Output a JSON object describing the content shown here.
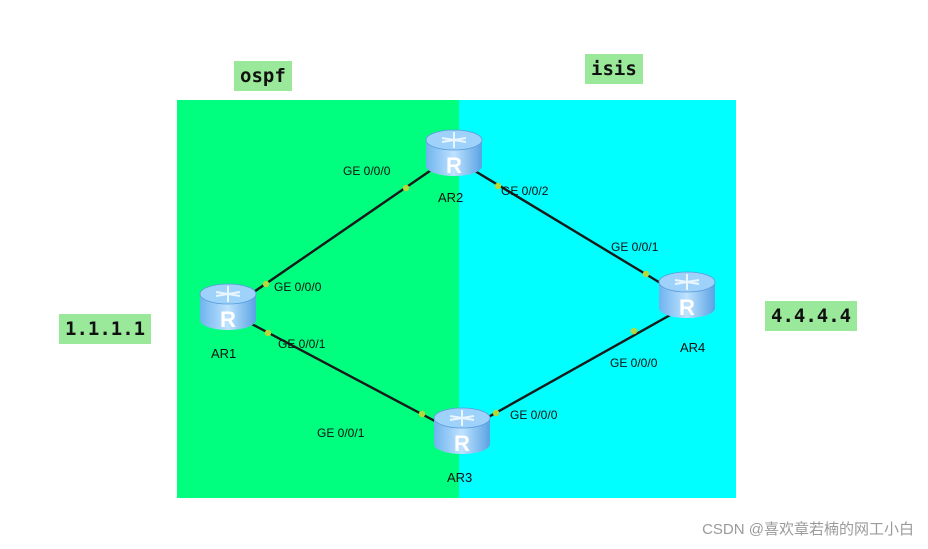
{
  "areas": {
    "left_protocol": "ospf",
    "right_protocol": "isis",
    "left_color": "#00ff7f",
    "right_color": "#00ffff"
  },
  "address_tags": {
    "ar1": "1.1.1.1",
    "ar4": "4.4.4.4"
  },
  "routers": {
    "ar1": "AR1",
    "ar2": "AR2",
    "ar3": "AR3",
    "ar4": "AR4"
  },
  "ports": {
    "ar2_to_ar1": "GE 0/0/0",
    "ar1_to_ar2": "GE 0/0/0",
    "ar1_to_ar3": "GE 0/0/1",
    "ar3_to_ar1": "GE 0/0/1",
    "ar2_to_ar4": "GE 0/0/2",
    "ar4_to_ar2": "GE 0/0/1",
    "ar4_to_ar3": "GE 0/0/0",
    "ar3_to_ar4": "GE 0/0/0"
  },
  "icons": {
    "router": "router-icon"
  },
  "watermark": "CSDN @喜欢章若楠的网工小白"
}
